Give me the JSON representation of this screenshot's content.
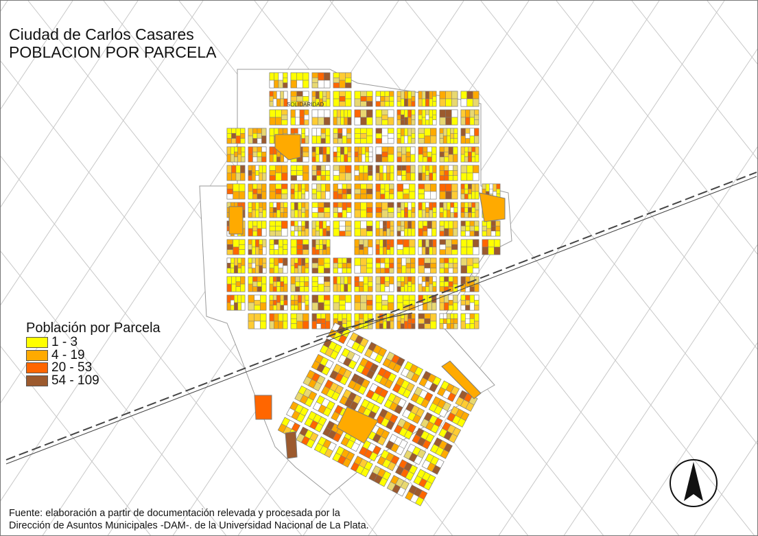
{
  "title": {
    "line1": "Ciudad de Carlos Casares",
    "line2": "POBLACION POR PARCELA"
  },
  "map_labels": {
    "neighborhood": "SOLIDARIDAD"
  },
  "legend": {
    "title": "Población por Parcela",
    "items": [
      {
        "label": "1 - 3",
        "color": "#FFFF00"
      },
      {
        "label": "4 - 19",
        "color": "#FFAA00"
      },
      {
        "label": "20 - 53",
        "color": "#FF6600"
      },
      {
        "label": "54 - 109",
        "color": "#9C5A2E"
      }
    ]
  },
  "source": {
    "line1": "Fuente: elaboración a partir de documentación  relevada y procesada por la",
    "line2": "Dirección de Asuntos Municipales -DAM-. de la Universidad Nacional de La Plata."
  },
  "north_arrow": {
    "icon": "north-arrow-icon"
  },
  "colors": {
    "background": "#FFFFFF",
    "street_lines": "#C8C8C8",
    "parcel_lines": "#7A7A7A",
    "railway": "#444444"
  }
}
